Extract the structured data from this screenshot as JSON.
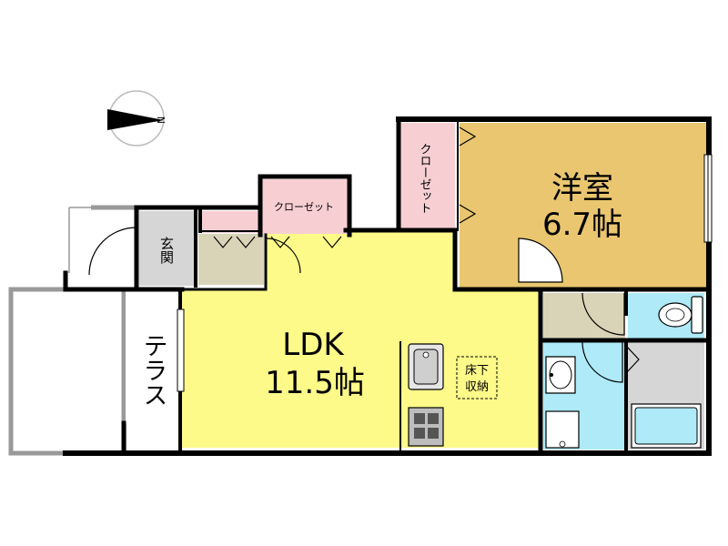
{
  "compass": {
    "north_mark": "N"
  },
  "rooms": {
    "ldk": {
      "name": "LDK",
      "size": "11.5帖"
    },
    "western": {
      "name": "洋室",
      "size": "6.7帖"
    },
    "entrance": {
      "name": "玄関"
    },
    "terrace": {
      "name": "テラス"
    },
    "closet_hall": {
      "name": "クローゼット"
    },
    "closet_bedroom": {
      "name": "クローゼット"
    },
    "underfloor": {
      "line1": "床下",
      "line2": "収納"
    }
  },
  "colors": {
    "ldk": "#fdfa8a",
    "western": "#e9c66f",
    "closet": "#f7cfd3",
    "wet": "#aeeaf7",
    "grey": "#d6d6d6",
    "beige": "#d9d3b8",
    "wall": "#000000"
  },
  "icons": [
    "compass-icon",
    "sink-icon",
    "stove-icon",
    "toilet-icon",
    "washbasin-icon",
    "bathtub-icon"
  ]
}
